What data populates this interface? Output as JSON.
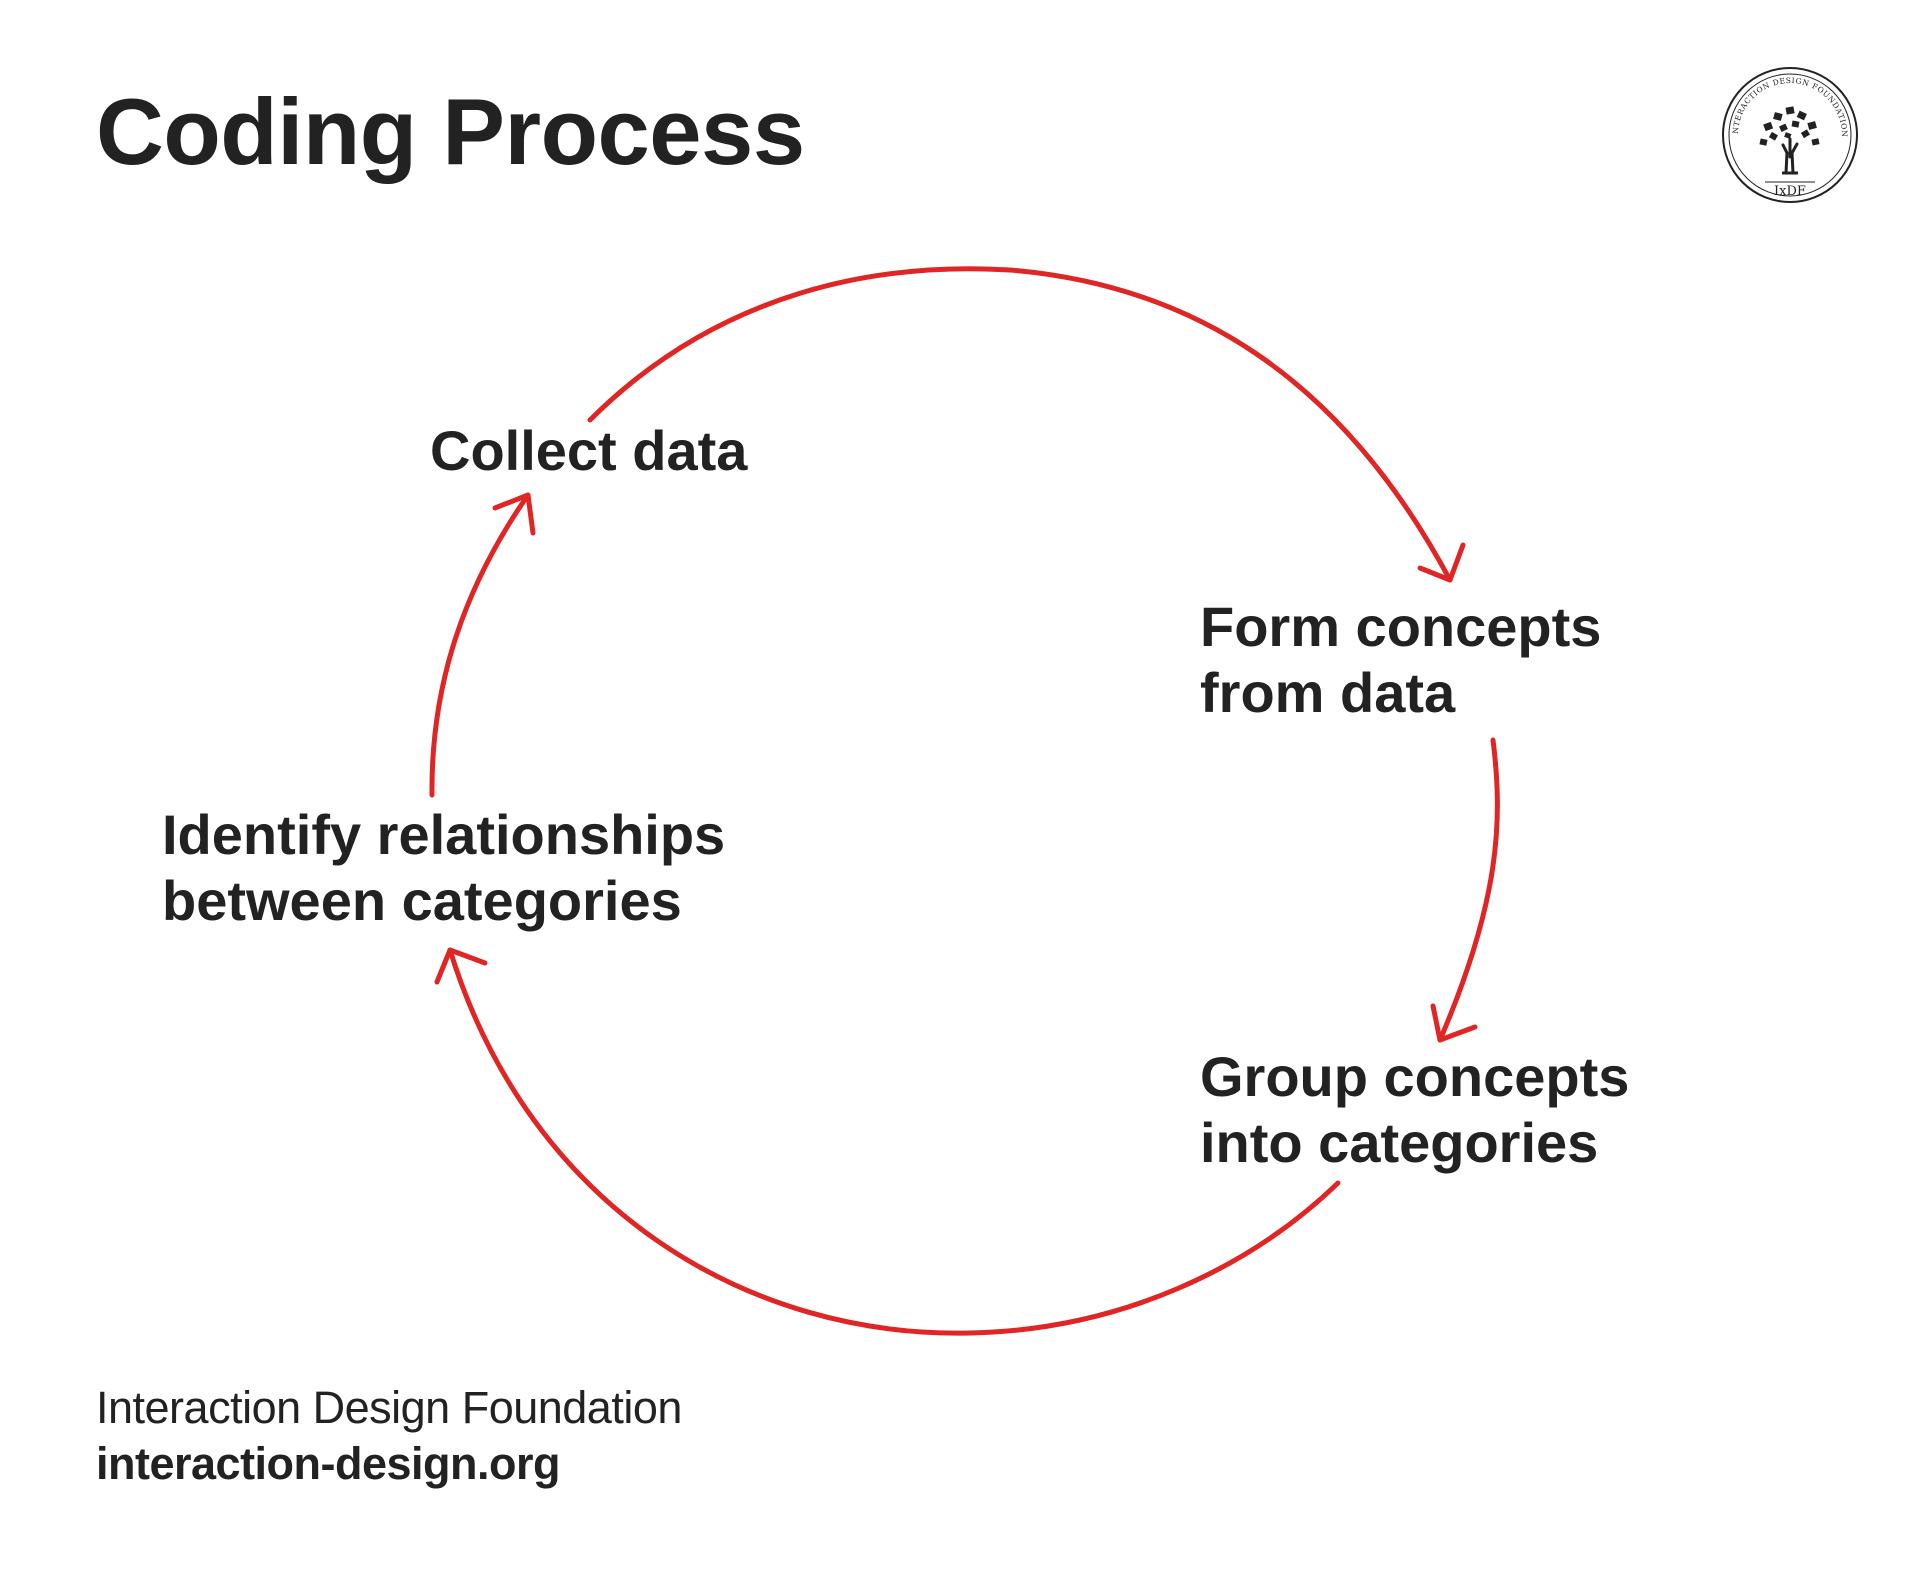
{
  "title": "Coding Process",
  "logo": {
    "icon": "tree-icon",
    "ring_text": "INTERACTION DESIGN FOUNDATION",
    "monogram": "IxDF"
  },
  "steps": [
    {
      "id": "collect",
      "lines": [
        "Collect data"
      ]
    },
    {
      "id": "form",
      "lines": [
        "Form concepts",
        "from data"
      ]
    },
    {
      "id": "group",
      "lines": [
        "Group concepts",
        "into categories"
      ]
    },
    {
      "id": "identify",
      "lines": [
        "Identify relationships",
        "between categories"
      ]
    }
  ],
  "colors": {
    "text": "#222222",
    "arrow": "#e02525",
    "background": "#ffffff"
  },
  "footer": {
    "org": "Interaction Design Foundation",
    "url": "interaction-design.org"
  }
}
